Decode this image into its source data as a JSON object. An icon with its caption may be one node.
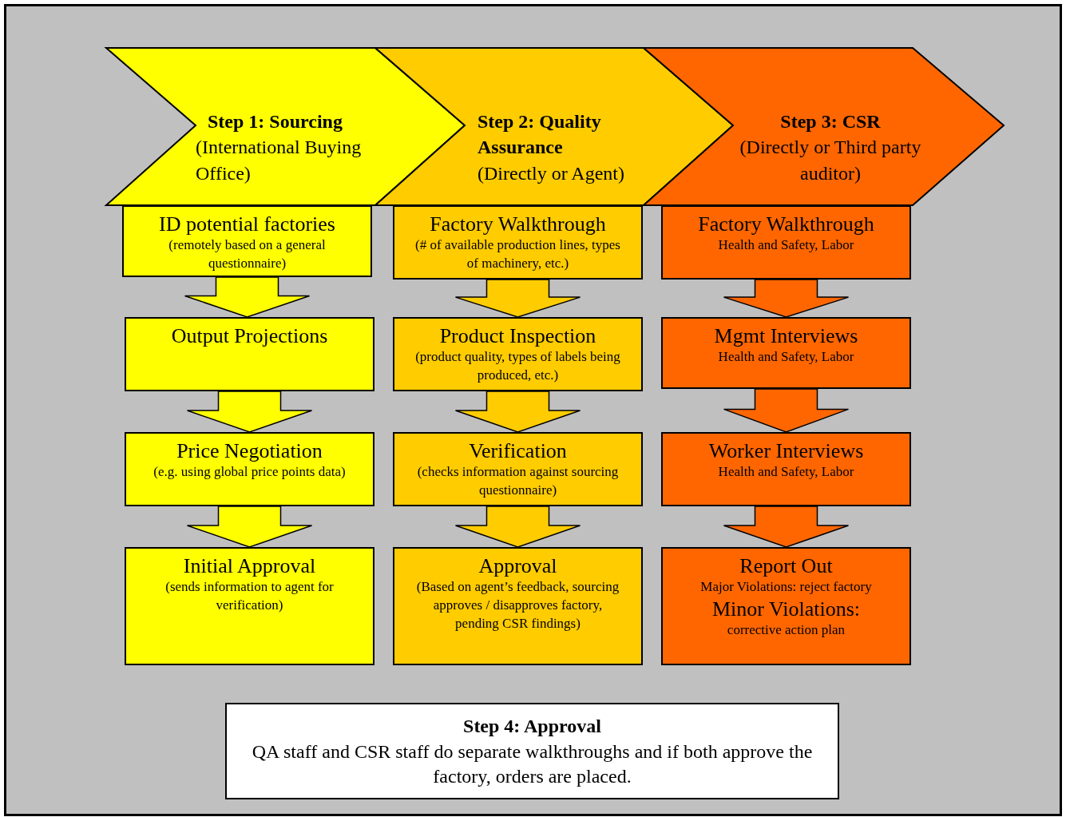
{
  "diagram": {
    "nodes": [
      {
        "text": [
          "Step 1: Sourcing",
          "(International Buying Office)"
        ]
      },
      {
        "text": [
          "Step 2: Quality Assurance",
          "(Directly or Agent)"
        ]
      },
      {
        "text": [
          "Step 3: CSR",
          "(Directly or Third party auditor)"
        ]
      },
      {
        "text": [
          "ID potential factories",
          "(remotely based on a general questionnaire)"
        ]
      },
      {
        "text": [
          "Output Projections"
        ]
      },
      {
        "text": [
          "Price Negotiation",
          "(e.g. using global price points data)"
        ]
      },
      {
        "text": [
          "Initial Approval",
          "(sends information to agent for verification)"
        ]
      },
      {
        "text": [
          "Factory Walkthrough",
          "(# of available production lines, types of machinery, etc.)"
        ]
      },
      {
        "text": [
          "Product Inspection",
          "(product quality, types of labels being produced, etc.)"
        ]
      },
      {
        "text": [
          "Verification",
          "(checks information against sourcing questionnaire)"
        ]
      },
      {
        "text": [
          "Approval",
          "(Based on agent’s feedback, sourcing approves / disapproves factory, pending CSR findings)"
        ]
      },
      {
        "text": [
          "Factory Walkthrough",
          "Health and Safety, Labor"
        ]
      },
      {
        "text": [
          "Mgmt Interviews",
          "Health and Safety, Labor"
        ]
      },
      {
        "text": [
          "Worker Interviews",
          "Health and Safety, Labor"
        ]
      },
      {
        "text": [
          "Report Out",
          "Major Violations: reject factory",
          "Minor Violations:",
          "corrective action plan"
        ]
      },
      {
        "text": [
          "Step 4: Approval",
          "QA staff and CSR staff do separate walkthroughs and if both approve the factory, orders are placed."
        ]
      }
    ],
    "edges": [
      {
        "from": 3,
        "to": 4,
        "arrow": "to",
        "color": "#ffff00"
      },
      {
        "from": 4,
        "to": 5,
        "arrow": "to",
        "color": "#ffff00"
      },
      {
        "from": 5,
        "to": 6,
        "arrow": "to",
        "color": "#ffff00"
      },
      {
        "from": 7,
        "to": 8,
        "arrow": "to",
        "color": "#ffcc00"
      },
      {
        "from": 8,
        "to": 9,
        "arrow": "to",
        "color": "#ffcc00"
      },
      {
        "from": 9,
        "to": 10,
        "arrow": "to",
        "color": "#ffcc00"
      },
      {
        "from": 11,
        "to": 12,
        "arrow": "to",
        "color": "#ff6600"
      },
      {
        "from": 12,
        "to": 13,
        "arrow": "to",
        "color": "#ff6600"
      },
      {
        "from": 13,
        "to": 14,
        "arrow": "to",
        "color": "#ff6600"
      }
    ]
  }
}
